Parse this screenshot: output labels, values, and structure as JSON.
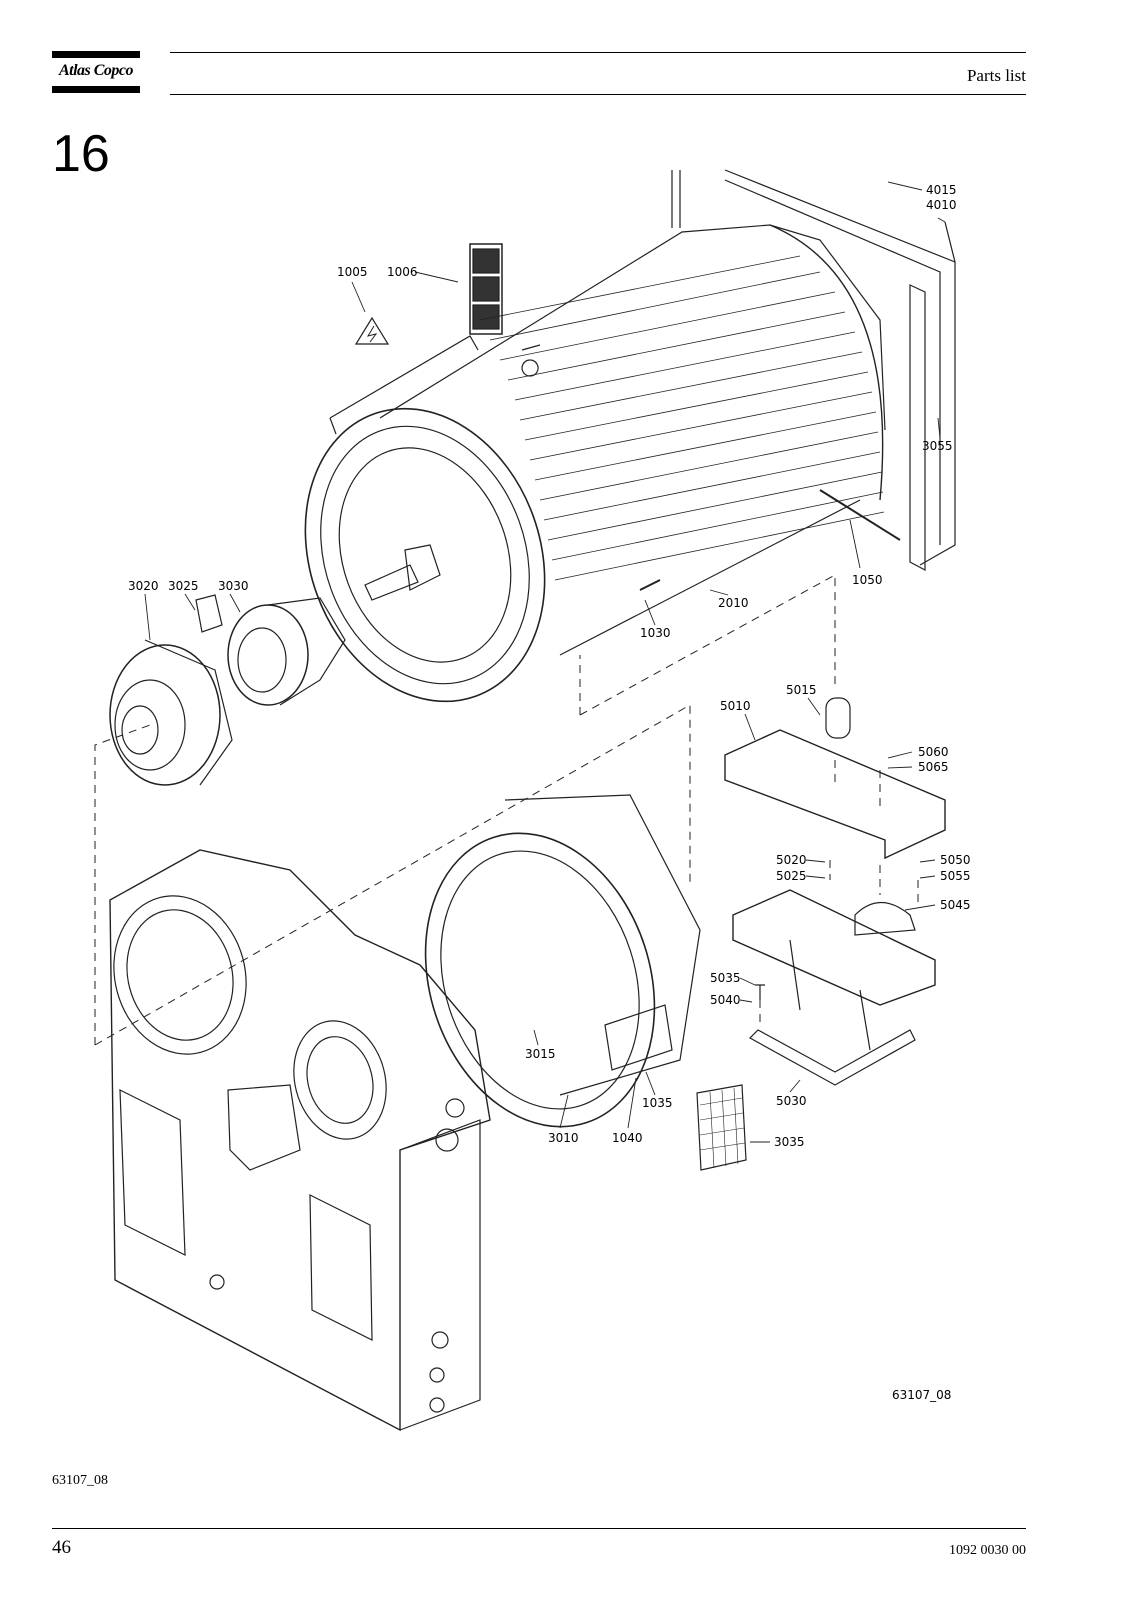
{
  "header": {
    "logo_text": "Atlas Copco",
    "title": "Parts list"
  },
  "section": {
    "number": "16"
  },
  "drawing": {
    "callouts": [
      "4015",
      "4010",
      "1005",
      "1006",
      "3055",
      "3020",
      "3025",
      "3030",
      "1050",
      "2010",
      "1030",
      "5015",
      "5010",
      "5060",
      "5065",
      "5020",
      "5025",
      "5050",
      "5055",
      "5045",
      "5035",
      "5040",
      "3015",
      "1035",
      "1040",
      "3010",
      "5030",
      "3035"
    ],
    "drawing_ref": "63107_08"
  },
  "footer": {
    "ref": "63107_08",
    "page": "46",
    "doc_number": "1092 0030 00"
  }
}
